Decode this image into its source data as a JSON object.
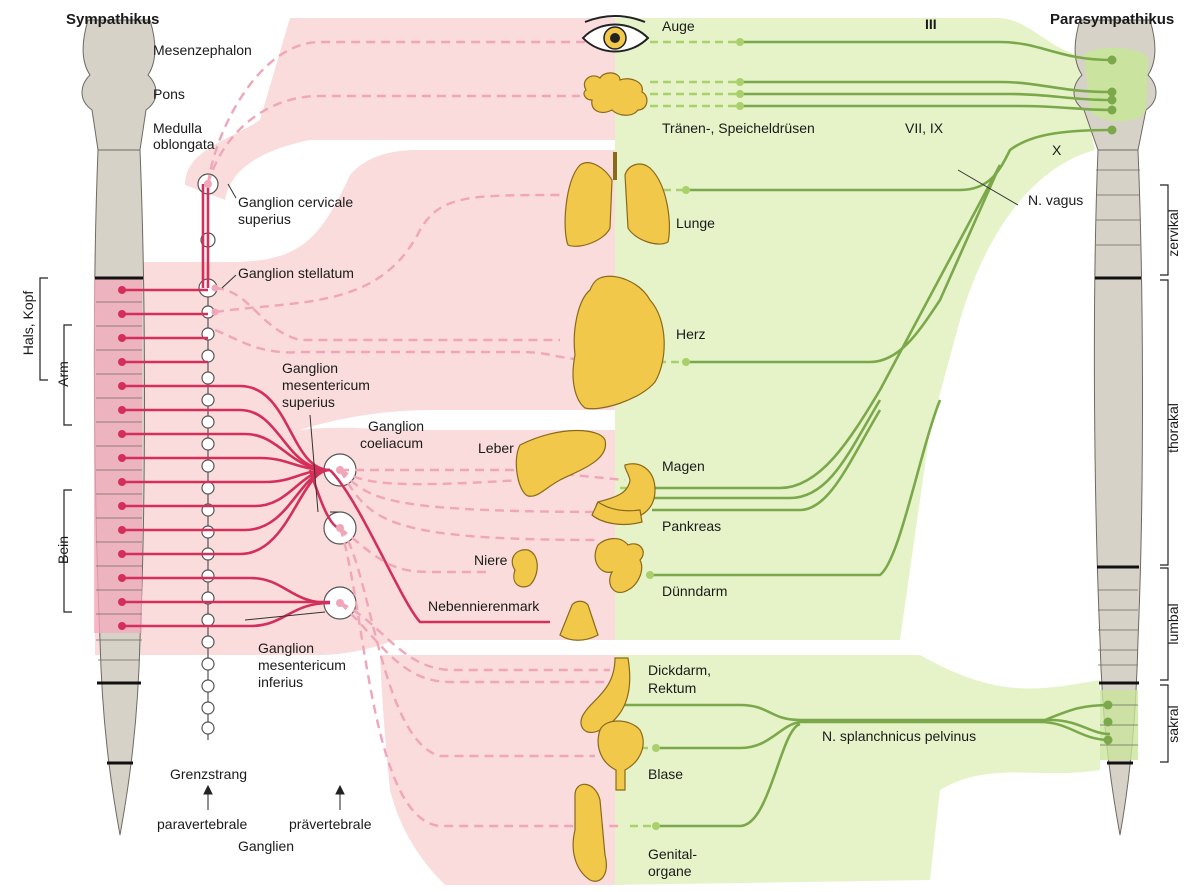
{
  "headers": {
    "sympathikus": "Sympathikus",
    "parasympathikus": "Parasympathikus"
  },
  "brain": {
    "mesenzephalon": "Mesenzephalon",
    "pons": "Pons",
    "medulla_line1": "Medulla",
    "medulla_line2": "oblongata"
  },
  "cranial_nerves": {
    "iii": "III",
    "vii_ix": "VII, IX",
    "x": "X",
    "vagus": "N. vagus"
  },
  "ganglia": {
    "cervicale_1": "Ganglion cervicale",
    "cervicale_2": "superius",
    "stellatum": "Ganglion stellatum",
    "mes_sup_1": "Ganglion",
    "mes_sup_2": "mesentericum",
    "mes_sup_3": "superius",
    "coel_1": "Ganglion",
    "coel_2": "coeliacum",
    "mes_inf_1": "Ganglion",
    "mes_inf_2": "mesentericum",
    "mes_inf_3": "inferius"
  },
  "organs": {
    "auge": "Auge",
    "traenen": "Tränen-, Speicheldrüsen",
    "lunge": "Lunge",
    "herz": "Herz",
    "leber": "Leber",
    "magen": "Magen",
    "pankreas": "Pankreas",
    "niere": "Niere",
    "duenndarm": "Dünndarm",
    "nebennierenmark": "Nebennierenmark",
    "dickdarm_1": "Dickdarm,",
    "dickdarm_2": "Rektum",
    "blase": "Blase",
    "genital_1": "Genital-",
    "genital_2": "organe"
  },
  "pelvic_nerve": "N. splanchnicus pelvinus",
  "body_regions": {
    "hals_kopf": "Hals, Kopf",
    "arm": "Arm",
    "bein": "Bein"
  },
  "spinal_regions": {
    "zervikal": "zervikal",
    "thorakal": "thorakal",
    "lumbal": "lumbal",
    "sakral": "sakral"
  },
  "bottom": {
    "grenzstrang": "Grenzstrang",
    "paravertebrale": "paravertebrale",
    "praevertebrale": "prävertebrale",
    "ganglien": "Ganglien"
  },
  "colors": {
    "sympathetic_fill": "#fadcdc",
    "parasympathetic_fill": "#e6f3c8",
    "sympathetic_line": "#d42e5a",
    "sympathetic_dashed": "#f0a6b8",
    "parasympathetic_line": "#7aa84a",
    "parasympathetic_dashed": "#a9d06a",
    "organ_fill": "#f2c84a",
    "spine_fill": "#d6d2c8"
  }
}
